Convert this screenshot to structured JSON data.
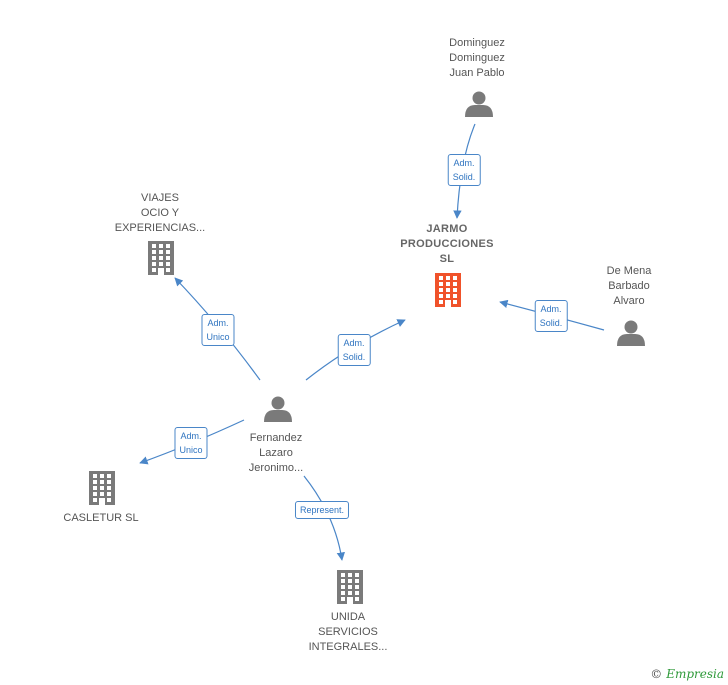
{
  "nodes": [
    {
      "id": "dominguez",
      "type": "person",
      "lines": [
        "Dominguez",
        "Dominguez",
        "Juan Pablo"
      ]
    },
    {
      "id": "jarmo",
      "type": "company-focus",
      "lines": [
        "JARMO",
        "PRODUCCIONES",
        "SL"
      ]
    },
    {
      "id": "demena",
      "type": "person",
      "lines": [
        "De Mena",
        "Barbado",
        "Alvaro"
      ]
    },
    {
      "id": "viajes",
      "type": "company",
      "lines": [
        "VIAJES",
        "OCIO Y",
        "EXPERIENCIAS..."
      ]
    },
    {
      "id": "fernandez",
      "type": "person",
      "lines": [
        "Fernandez",
        "Lazaro",
        "Jeronimo..."
      ]
    },
    {
      "id": "casletur",
      "type": "company",
      "lines": [
        "CASLETUR SL"
      ]
    },
    {
      "id": "unida",
      "type": "company",
      "lines": [
        "UNIDA",
        "SERVICIOS",
        "INTEGRALES..."
      ]
    }
  ],
  "edges": [
    {
      "from": "dominguez",
      "to": "jarmo",
      "label": [
        "Adm.",
        "Solid."
      ]
    },
    {
      "from": "demena",
      "to": "jarmo",
      "label": [
        "Adm.",
        "Solid."
      ]
    },
    {
      "from": "fernandez",
      "to": "jarmo",
      "label": [
        "Adm.",
        "Solid."
      ]
    },
    {
      "from": "fernandez",
      "to": "viajes",
      "label": [
        "Adm.",
        "Unico"
      ]
    },
    {
      "from": "fernandez",
      "to": "casletur",
      "label": [
        "Adm.",
        "Unico"
      ]
    },
    {
      "from": "fernandez",
      "to": "unida",
      "label": [
        "Represent."
      ]
    }
  ],
  "colors": {
    "edge": "#4a86c8",
    "icon": "#7a7a7a",
    "focus_icon": "#f0522a",
    "brand": "#2f9a3a"
  },
  "footer": {
    "copyright": "©",
    "brand": "Empresia"
  }
}
